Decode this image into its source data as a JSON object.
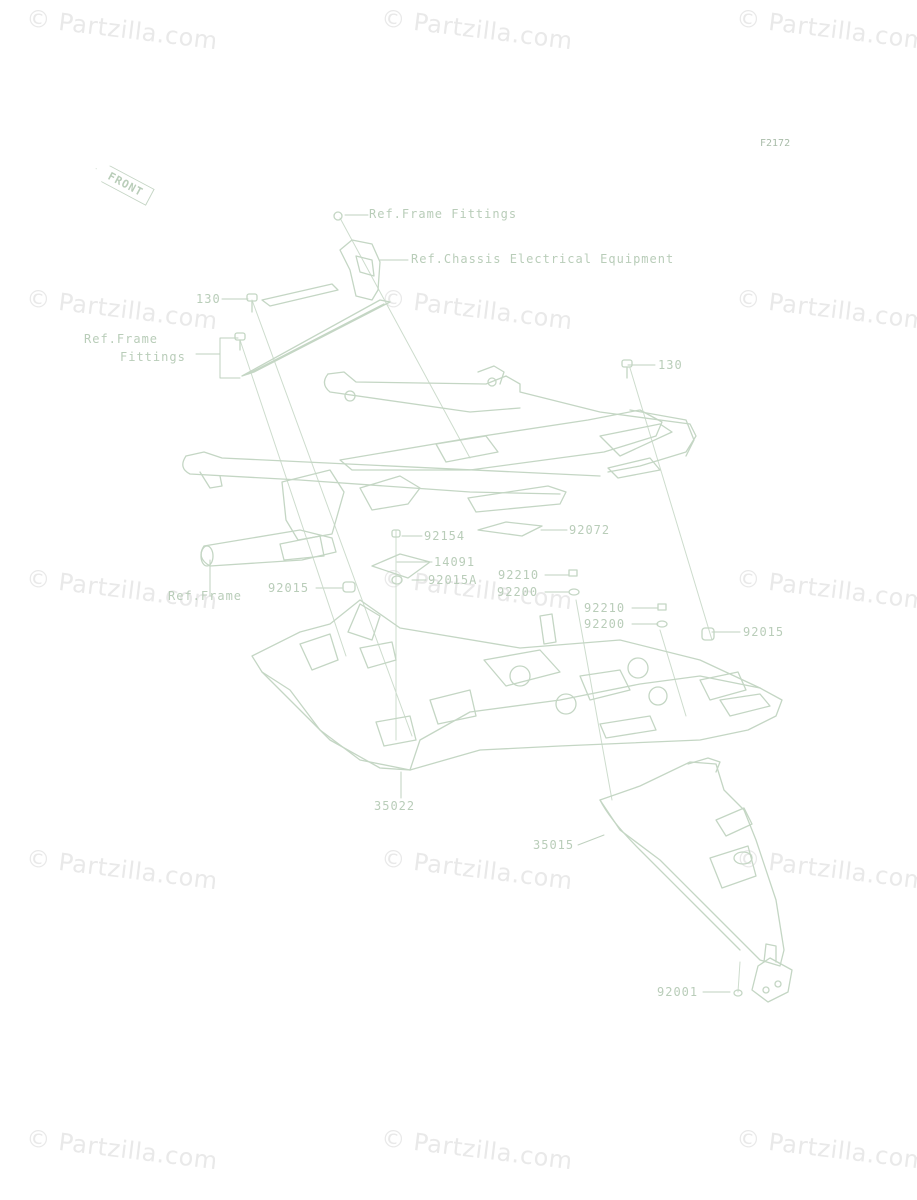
{
  "figure_code": "F2172",
  "front_label": "FRONT",
  "watermark_text": "© Partzilla.com",
  "colors": {
    "line": "#c4d6c4",
    "text": "#b9cdb9",
    "watermark": "#e9e9e9"
  },
  "refs": {
    "frame_fittings_top": "Ref.Frame Fittings",
    "chassis_electrical": "Ref.Chassis Electrical Equipment",
    "frame_fittings_left_1": "Ref.Frame",
    "frame_fittings_left_2": "Fittings",
    "frame": "Ref.Frame"
  },
  "parts": {
    "p130_left": "130",
    "p130_right": "130",
    "p92154": "92154",
    "p92072": "92072",
    "p14091": "14091",
    "p92015A": "92015A",
    "p92015_left": "92015",
    "p92210_a": "92210",
    "p92200_a": "92200",
    "p92210_b": "92210",
    "p92200_b": "92200",
    "p92015_right": "92015",
    "p35022": "35022",
    "p35015": "35015",
    "p92001": "92001"
  }
}
